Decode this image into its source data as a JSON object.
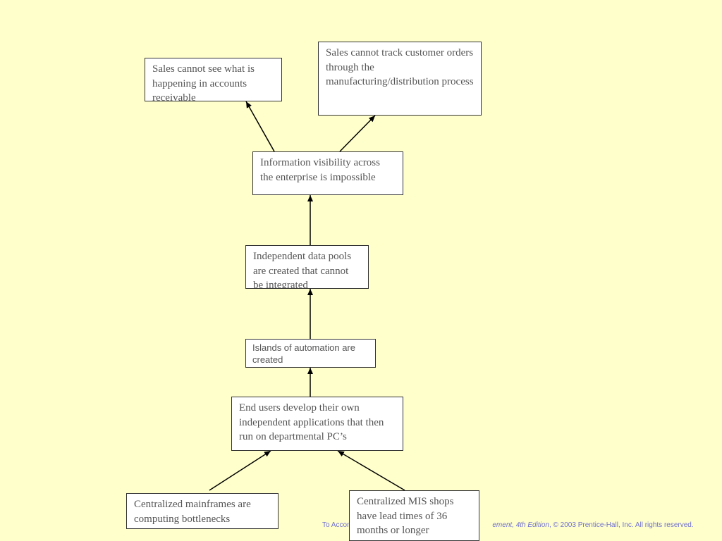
{
  "nodes": {
    "sales_ar": "Sales cannot see what is happening in accounts receivable",
    "sales_orders": "Sales cannot track customer orders through the manufacturing/distribution process",
    "visibility": "Information visibility across the enterprise is impossible",
    "data_pools": "Independent data pools are created that cannot be integrated",
    "islands": "Islands of automation are created",
    "end_users": "End users develop their own independent applications that then run on departmental PC’s",
    "mainframes": "Centralized mainframes are computing bottlenecks",
    "mis_shops": "Centralized MIS shops have lead times of 36 months or longer"
  },
  "footer": {
    "prefix": "To Accom",
    "italic": "ement, 4th Edition",
    "suffix": ", © 2003 Prentice-Hall, Inc. All rights reserved."
  },
  "colors": {
    "background": "#ffffcc",
    "footer": "#6f6fd0",
    "box_text": "#555555"
  }
}
